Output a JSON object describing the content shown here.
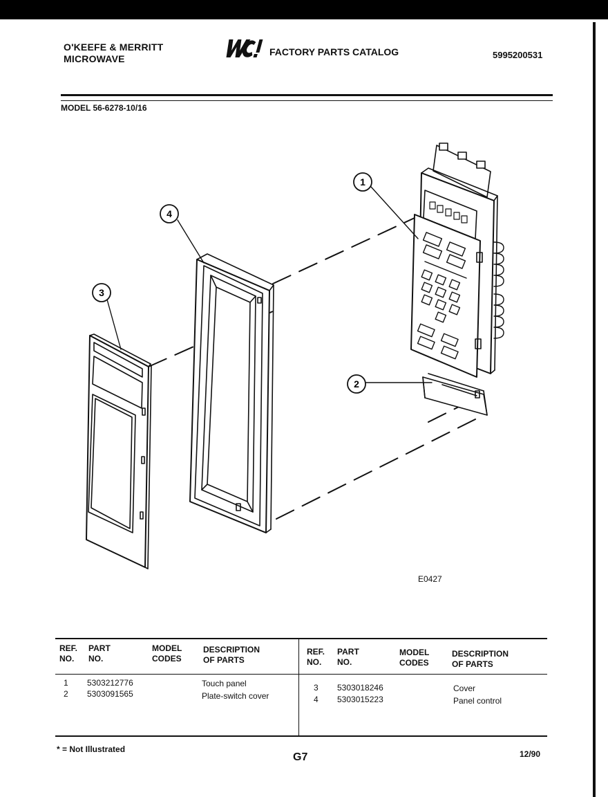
{
  "header": {
    "brand_line1": "O'KEEFE & MERRITT",
    "brand_line2": "MICROWAVE",
    "logo_text": "WCI",
    "catalog_title": "FACTORY PARTS CATALOG",
    "catalog_number": "5995200531",
    "model": "MODEL 56-6278-10/16"
  },
  "diagram": {
    "code": "E0427",
    "callouts": [
      "1",
      "2",
      "3",
      "4"
    ]
  },
  "parts_table": {
    "headers": {
      "ref_line1": "REF.",
      "ref_line2": "NO.",
      "part_line1": "PART",
      "part_line2": "NO.",
      "model_line1": "MODEL",
      "model_line2": "CODES",
      "desc_line1": "DESCRIPTION",
      "desc_line2": "OF PARTS"
    },
    "left_rows": [
      {
        "ref": "1",
        "part": "5303212776",
        "model": "",
        "desc": "Touch panel"
      },
      {
        "ref": "2",
        "part": "5303091565",
        "model": "",
        "desc": "Plate-switch cover"
      }
    ],
    "right_rows": [
      {
        "ref": "3",
        "part": "5303018246",
        "model": "",
        "desc": "Cover"
      },
      {
        "ref": "4",
        "part": "5303015223",
        "model": "",
        "desc": "Panel control"
      }
    ]
  },
  "footer": {
    "note": "* = Not Illustrated",
    "page_code": "G7",
    "date": "12/90"
  }
}
